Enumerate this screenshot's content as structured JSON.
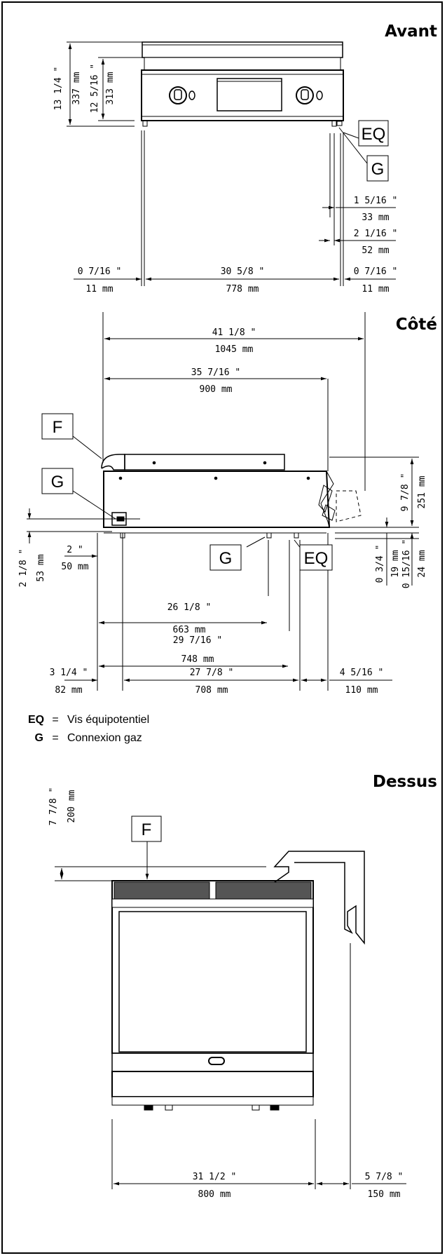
{
  "views": {
    "front": {
      "title": "Avant",
      "overall_height": {
        "inch": "13 1/4 \"",
        "mm": "337 mm"
      },
      "body_height": {
        "inch": "12 5/16 \"",
        "mm": "313 mm"
      },
      "left_offset": {
        "inch": "0 7/16 \"",
        "mm": "11 mm"
      },
      "width": {
        "inch": "30 5/8 \"",
        "mm": "778 mm"
      },
      "right_offset": {
        "inch": "0 7/16 \"",
        "mm": "11 mm"
      },
      "eq_offset": {
        "inch": "1 5/16 \"",
        "mm": "33 mm"
      },
      "g_offset": {
        "inch": "2 1/16 \"",
        "mm": "52 mm"
      },
      "labels": {
        "eq": "EQ",
        "g": "G"
      }
    },
    "side": {
      "title": "Côté",
      "total_depth": {
        "inch": "41 1/8 \"",
        "mm": "1045 mm"
      },
      "depth": {
        "inch": "35 7/16 \"",
        "mm": "900 mm"
      },
      "flue_height": {
        "inch": "9 7/8 \"",
        "mm": "251 mm"
      },
      "g_height": {
        "inch": "2 1/8 \"",
        "mm": "53 mm"
      },
      "g_depth": {
        "inch": "2 \"",
        "mm": "50 mm"
      },
      "feet_a": {
        "inch": "0 3/4 \"",
        "mm": "19 mm"
      },
      "feet_b": {
        "inch": "0 15/16 \"",
        "mm": "24 mm"
      },
      "d663": {
        "inch": "26 1/8 \"",
        "mm": "663 mm"
      },
      "d748": {
        "inch": "29 7/16 \"",
        "mm": "748 mm"
      },
      "d82": {
        "inch": "3 1/4 \"",
        "mm": "82 mm"
      },
      "d708": {
        "inch": "27 7/8 \"",
        "mm": "708 mm"
      },
      "d110": {
        "inch": "4 5/16 \"",
        "mm": "110 mm"
      },
      "labels": {
        "f": "F",
        "g1": "G",
        "g2": "G",
        "eq": "EQ"
      }
    },
    "top": {
      "title": "Dessus",
      "clearance": {
        "inch": "7 7/8 \"",
        "mm": "200 mm"
      },
      "width": {
        "inch": "31 1/2 \"",
        "mm": "800 mm"
      },
      "rear": {
        "inch": "5 7/8 \"",
        "mm": "150 mm"
      },
      "labels": {
        "f": "F"
      }
    }
  },
  "legend": [
    {
      "key": "EQ",
      "sep": "=",
      "text": "Vis équipotentiel"
    },
    {
      "key": "G",
      "sep": "=",
      "text": "Connexion gaz"
    }
  ]
}
